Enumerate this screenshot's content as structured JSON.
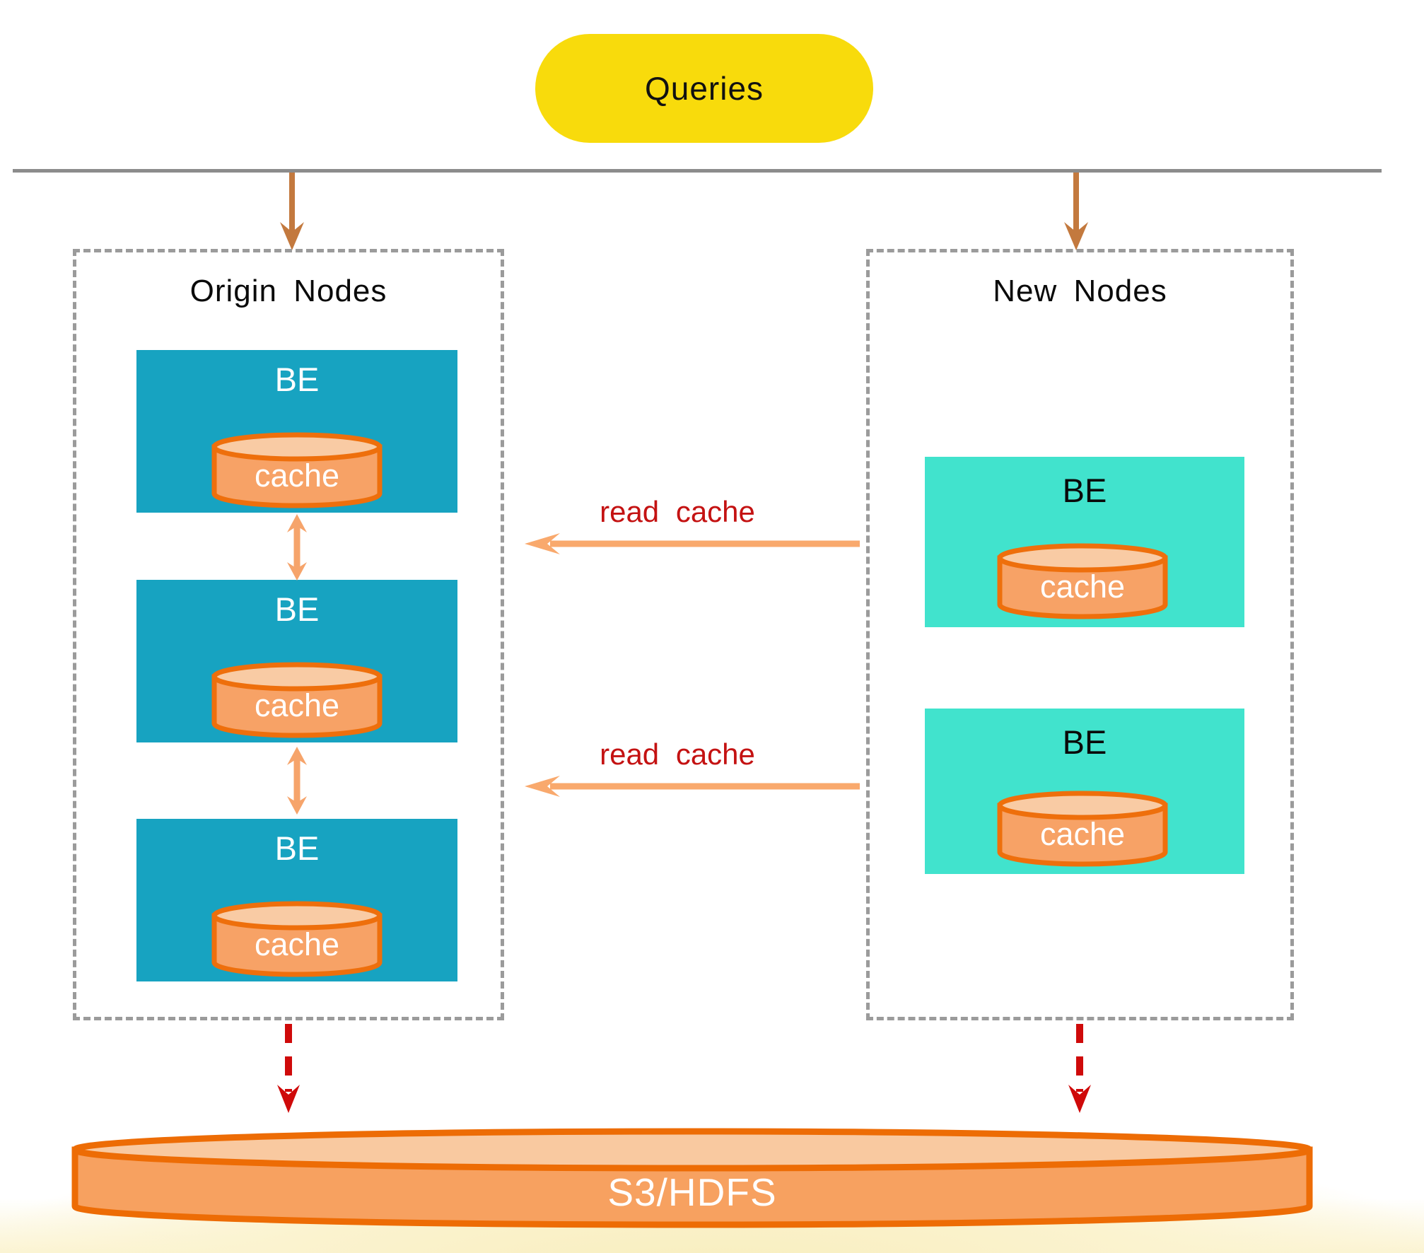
{
  "diagram": {
    "queries_label": "Queries",
    "origin_nodes": {
      "title": "Origin Nodes",
      "be_nodes": [
        {
          "label": "BE",
          "cache_label": "cache"
        },
        {
          "label": "BE",
          "cache_label": "cache"
        },
        {
          "label": "BE",
          "cache_label": "cache"
        }
      ]
    },
    "new_nodes": {
      "title": "New Nodes",
      "be_nodes": [
        {
          "label": "BE",
          "cache_label": "cache"
        },
        {
          "label": "BE",
          "cache_label": "cache"
        }
      ]
    },
    "read_cache_arrows": [
      {
        "label": "read cache"
      },
      {
        "label": "read cache"
      }
    ],
    "storage_label": "S3/HDFS",
    "colors": {
      "queries_fill": "#F8DB0C",
      "bus_line": "#8C8C8C",
      "panel_border": "#9B9B9B",
      "origin_be_fill": "#17A3C1",
      "new_be_fill": "#41E3CD",
      "cache_body_fill": "#F7A266",
      "cache_top_fill": "#F9CBA4",
      "cache_stroke": "#EE6F0C",
      "storage_body_fill": "#F7A160",
      "storage_top_fill": "#F9C9A0",
      "storage_stroke": "#ED6C05",
      "read_cache_text": "#C41212",
      "read_cache_arrow": "#F9A96D",
      "sync_arrow": "#F6A46B",
      "query_down_arrow": "#C3793E",
      "storage_dashed_arrow": "#CF0A0A",
      "bottom_glow": "#FBF3CF"
    }
  }
}
